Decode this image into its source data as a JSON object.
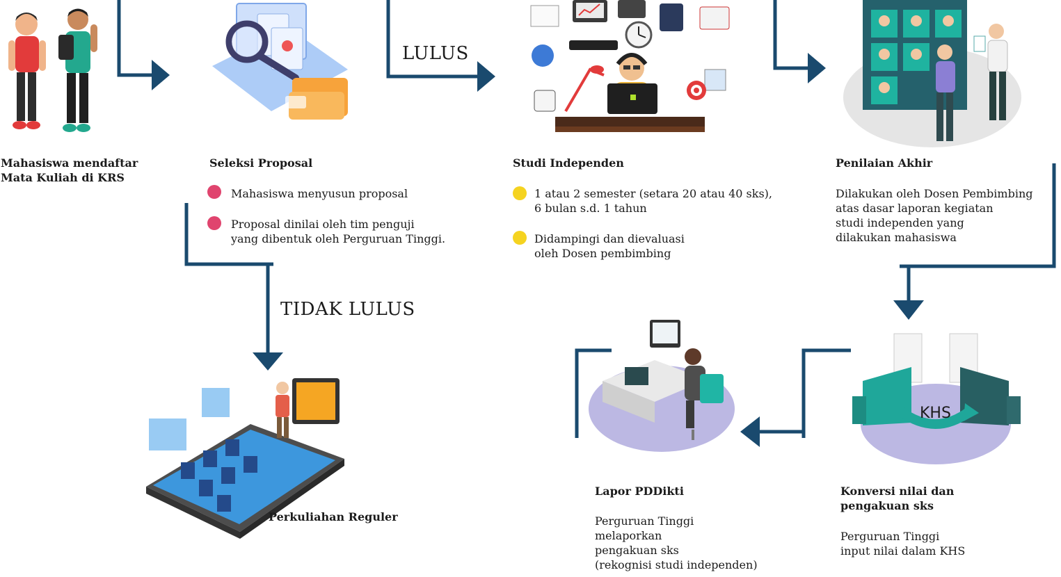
{
  "colors": {
    "connector": "#1a4a6e",
    "bullet_pink": "#e0446e",
    "bullet_yellow": "#f5d320",
    "teal": "#1fa79a",
    "lavender": "#bcb8e3",
    "grey_disc": "#e6e6e6"
  },
  "steps": {
    "daftar": {
      "title": "Mahasiswa mendaftar\nMata Kuliah di KRS"
    },
    "seleksi": {
      "title": "Seleksi Proposal",
      "bullets": [
        "Mahasiswa menyusun proposal",
        "Proposal dinilai oleh tim penguji\nyang dibentuk oleh Perguruan Tinggi."
      ]
    },
    "studi": {
      "title": "Studi Independen",
      "bullets": [
        "1 atau 2 semester (setara 20 atau 40 sks),\n6 bulan s.d. 1 tahun",
        "Didampingi dan dievaluasi\noleh Dosen pembimbing"
      ]
    },
    "penilaian": {
      "title": "Penilaian Akhir",
      "body": "Dilakukan oleh Dosen Pembimbing\natas dasar laporan kegiatan\nstudi independen yang\ndilakukan mahasiswa"
    },
    "konversi": {
      "title": "Konversi nilai dan\npengakuan sks",
      "body": "Perguruan Tinggi\ninput nilai dalam KHS",
      "badge": "KHS"
    },
    "lapor": {
      "title": "Lapor PDDikti",
      "body": "Perguruan Tinggi\nmelaporkan\npengakuan sks\n(rekognisi studi independen)"
    },
    "reguler": {
      "title": "Perkuliahan Reguler"
    }
  },
  "labels": {
    "lulus": "LULUS",
    "tidak_lulus": "TIDAK LULUS"
  },
  "icons": [
    "students-illustration",
    "proposal-search-illustration",
    "independent-study-illustration",
    "evaluation-illustration",
    "khs-conversion-illustration",
    "pddikti-report-illustration",
    "regular-lecture-illustration"
  ]
}
